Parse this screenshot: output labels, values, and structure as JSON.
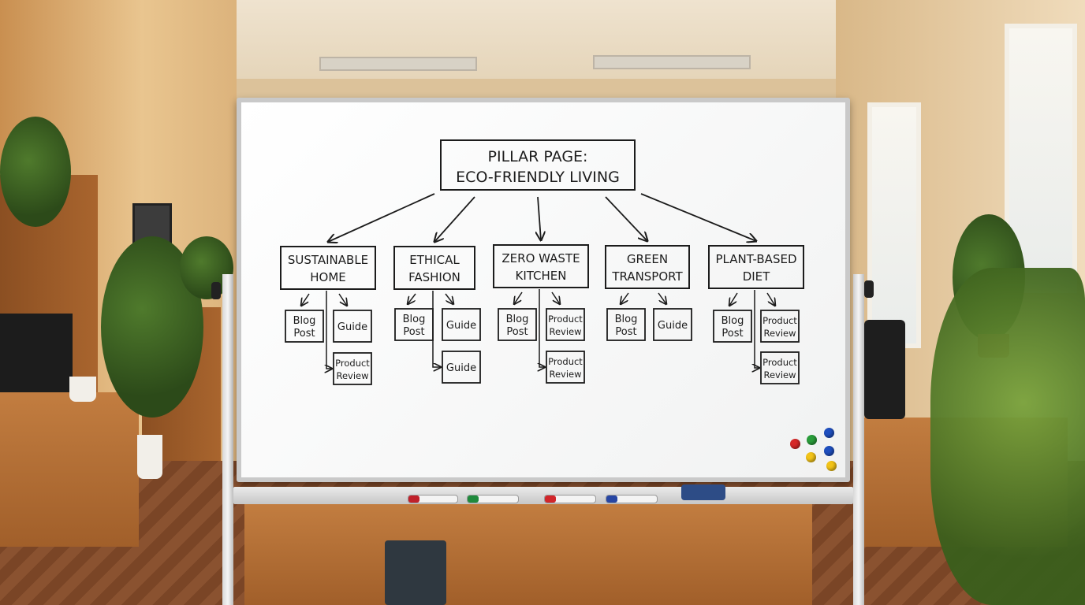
{
  "pillar": {
    "line1": "PILLAR PAGE:",
    "line2": "ECO-FRIENDLY LIVING"
  },
  "topics": [
    {
      "line1": "SUSTAINABLE",
      "line2": "HOME",
      "children": [
        {
          "line1": "Blog",
          "line2": "Post"
        },
        {
          "line1": "Guide",
          "line2": ""
        },
        {
          "line1": "Product",
          "line2": "Review"
        }
      ]
    },
    {
      "line1": "ETHICAL",
      "line2": "FASHION",
      "children": [
        {
          "line1": "Blog",
          "line2": "Post"
        },
        {
          "line1": "Guide",
          "line2": ""
        },
        {
          "line1": "Guide",
          "line2": ""
        }
      ]
    },
    {
      "line1": "ZERO WASTE",
      "line2": "KITCHEN",
      "children": [
        {
          "line1": "Blog",
          "line2": "Post"
        },
        {
          "line1": "Product",
          "line2": "Review"
        },
        {
          "line1": "Product",
          "line2": "Review"
        }
      ]
    },
    {
      "line1": "GREEN",
      "line2": "TRANSPORT",
      "children": [
        {
          "line1": "Blog",
          "line2": "Post"
        },
        {
          "line1": "Guide",
          "line2": ""
        }
      ]
    },
    {
      "line1": "PLANT-BASED",
      "line2": "DIET",
      "children": [
        {
          "line1": "Blog",
          "line2": "Post"
        },
        {
          "line1": "Product",
          "line2": "Review"
        },
        {
          "line1": "Product",
          "line2": "Review"
        }
      ]
    }
  ],
  "colors": {
    "ink": "#1c1c1c",
    "board": "#ffffff",
    "frame": "#c9c9c9",
    "markers": [
      "#c0202a",
      "#1f8a3c",
      "#d1262b",
      "#2746a3"
    ],
    "magnets": [
      "#d62828",
      "#2a9d3a",
      "#1f4fbf",
      "#f2c318",
      "#1f4fbf",
      "#f2c318"
    ]
  }
}
